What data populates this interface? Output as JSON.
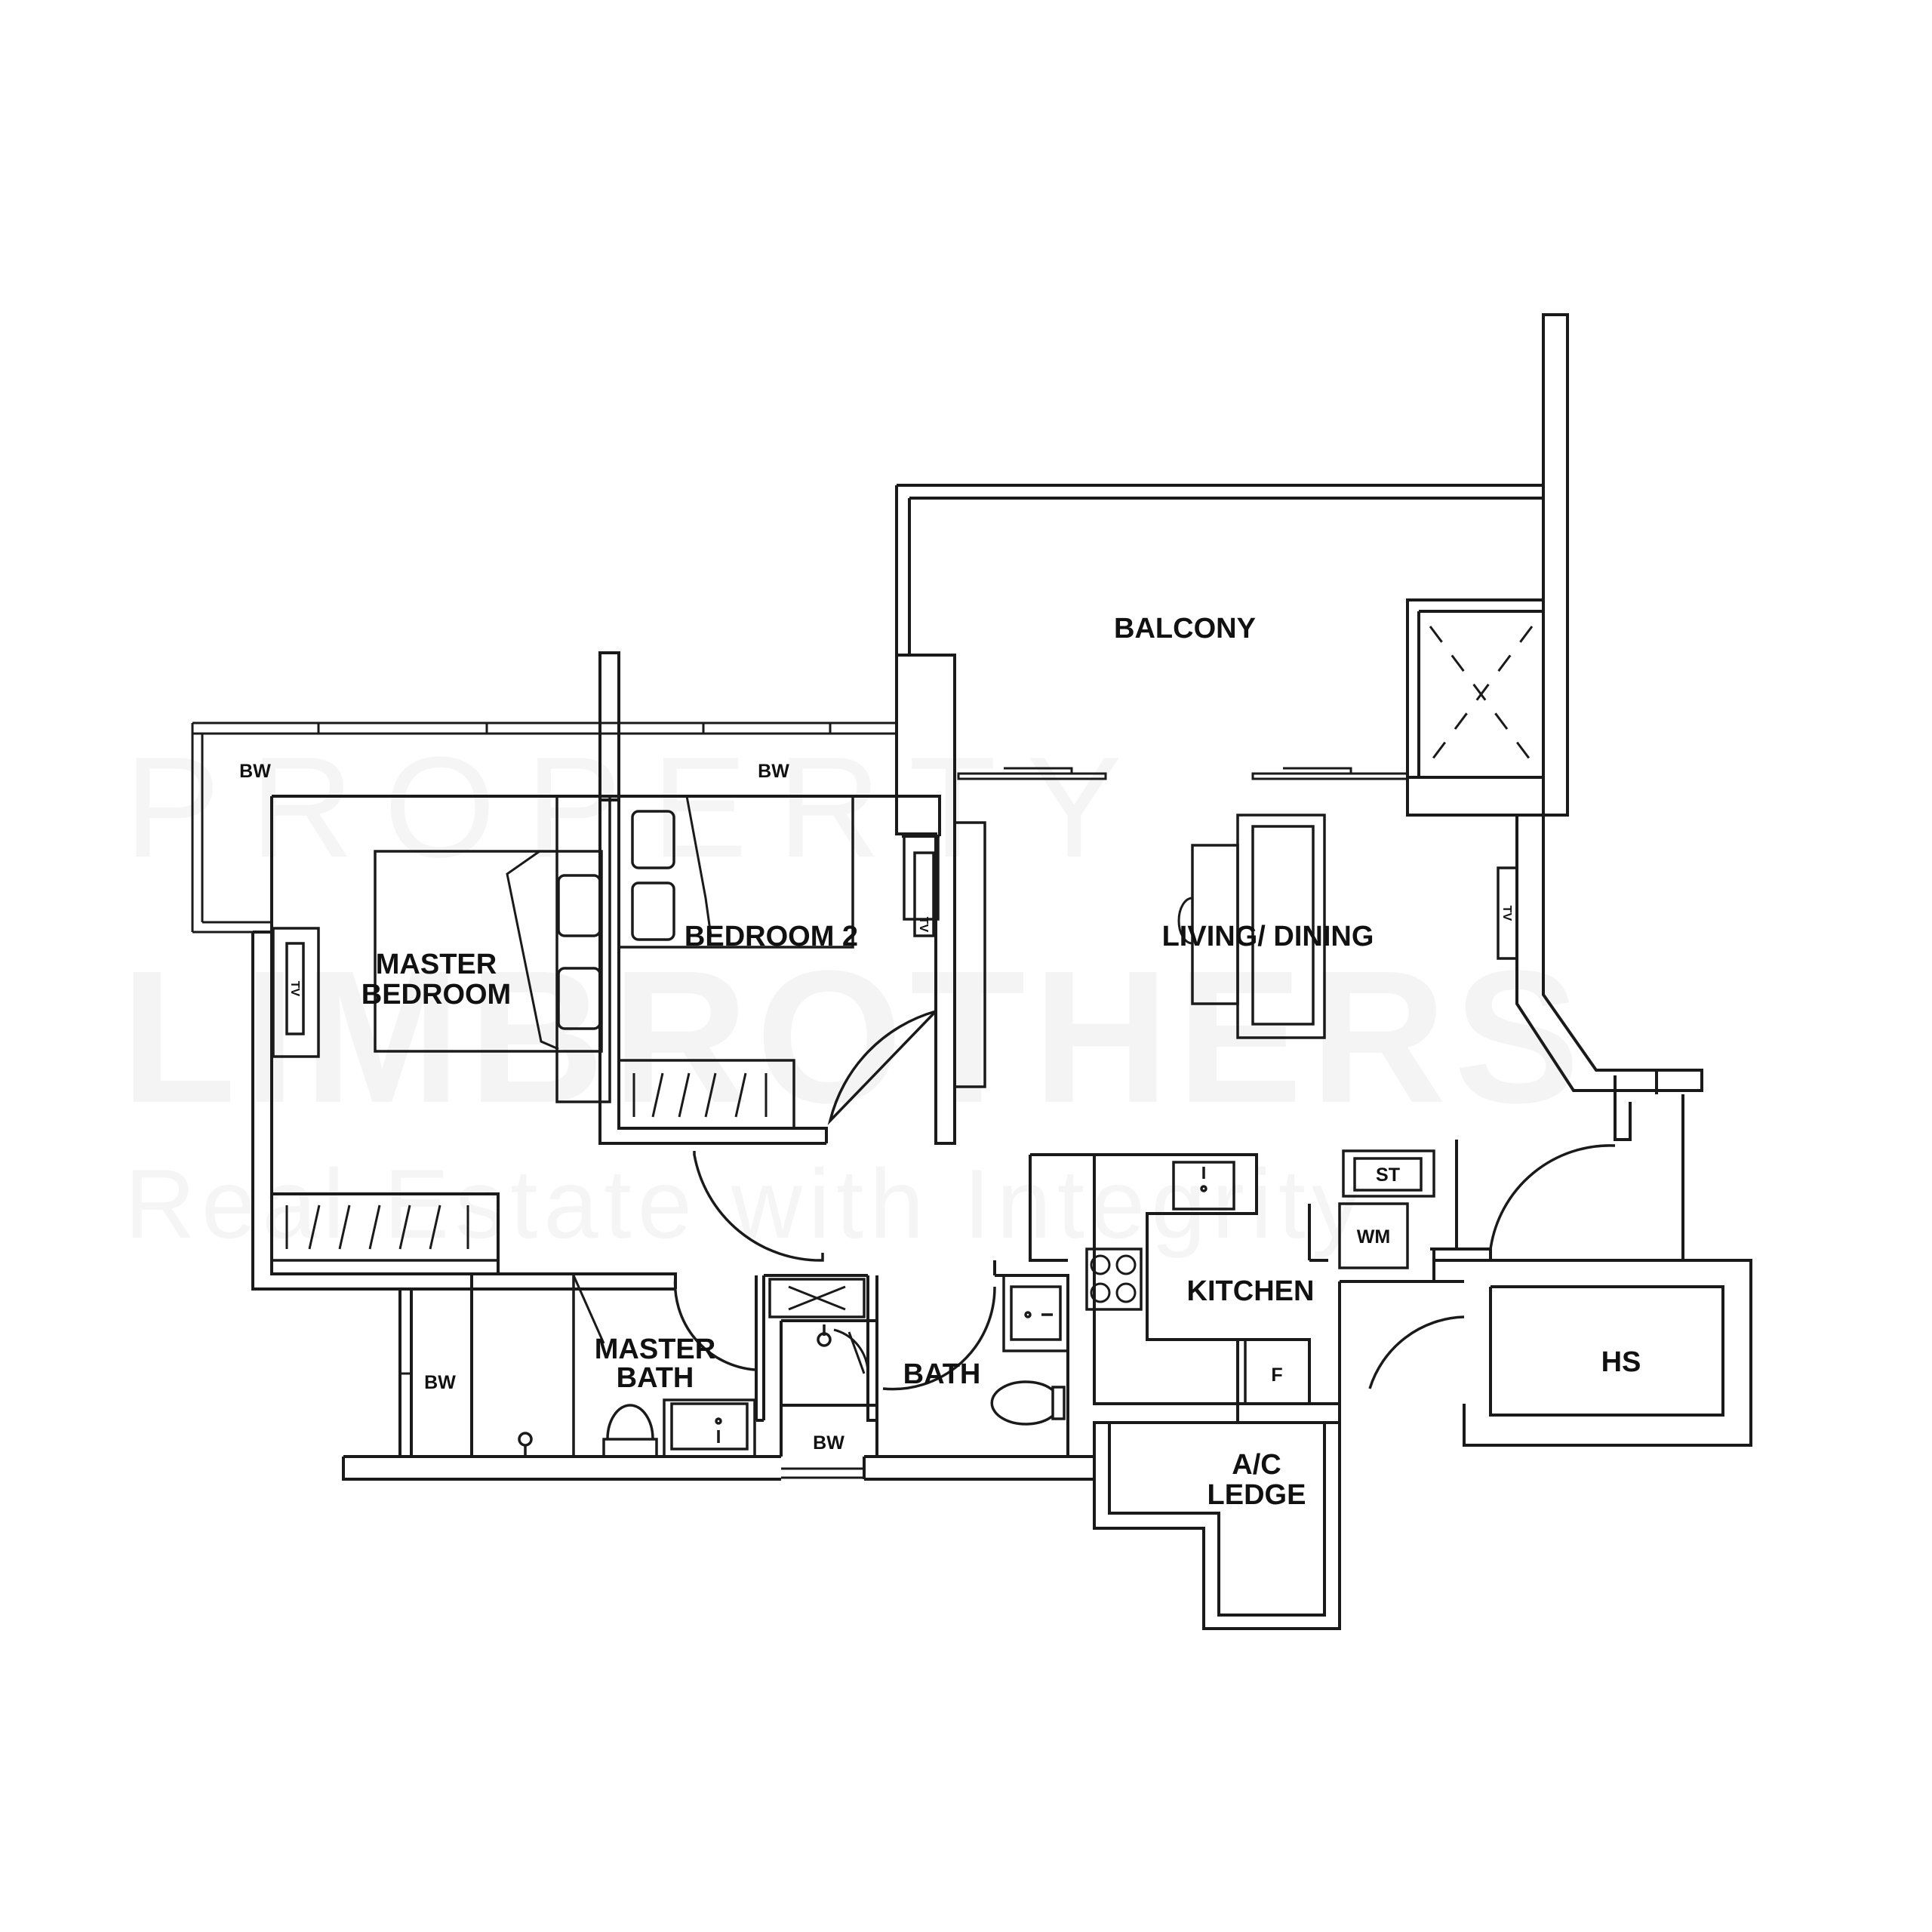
{
  "watermark": {
    "line1": "PROPERTY",
    "line2": "LIMBROTHERS",
    "line3": "Real Estate with Integrity"
  },
  "rooms": {
    "balcony": "BALCONY",
    "living_dining": "LIVING/ DINING",
    "master_bedroom_line1": "MASTER",
    "master_bedroom_line2": "BEDROOM",
    "bedroom2": "BEDROOM 2",
    "master_bath_line1": "MASTER",
    "master_bath_line2": "BATH",
    "bath": "BATH",
    "kitchen": "KITCHEN",
    "hs": "HS",
    "ac_ledge_line1": "A/C",
    "ac_ledge_line2": "LEDGE"
  },
  "fixtures": {
    "bay_window": "BW",
    "tv": "TV",
    "storage": "ST",
    "washing_machine": "WM",
    "fridge": "F"
  },
  "colors": {
    "line": "#1a1a1a",
    "background": "#ffffff",
    "watermark": "#f4f4f4"
  }
}
